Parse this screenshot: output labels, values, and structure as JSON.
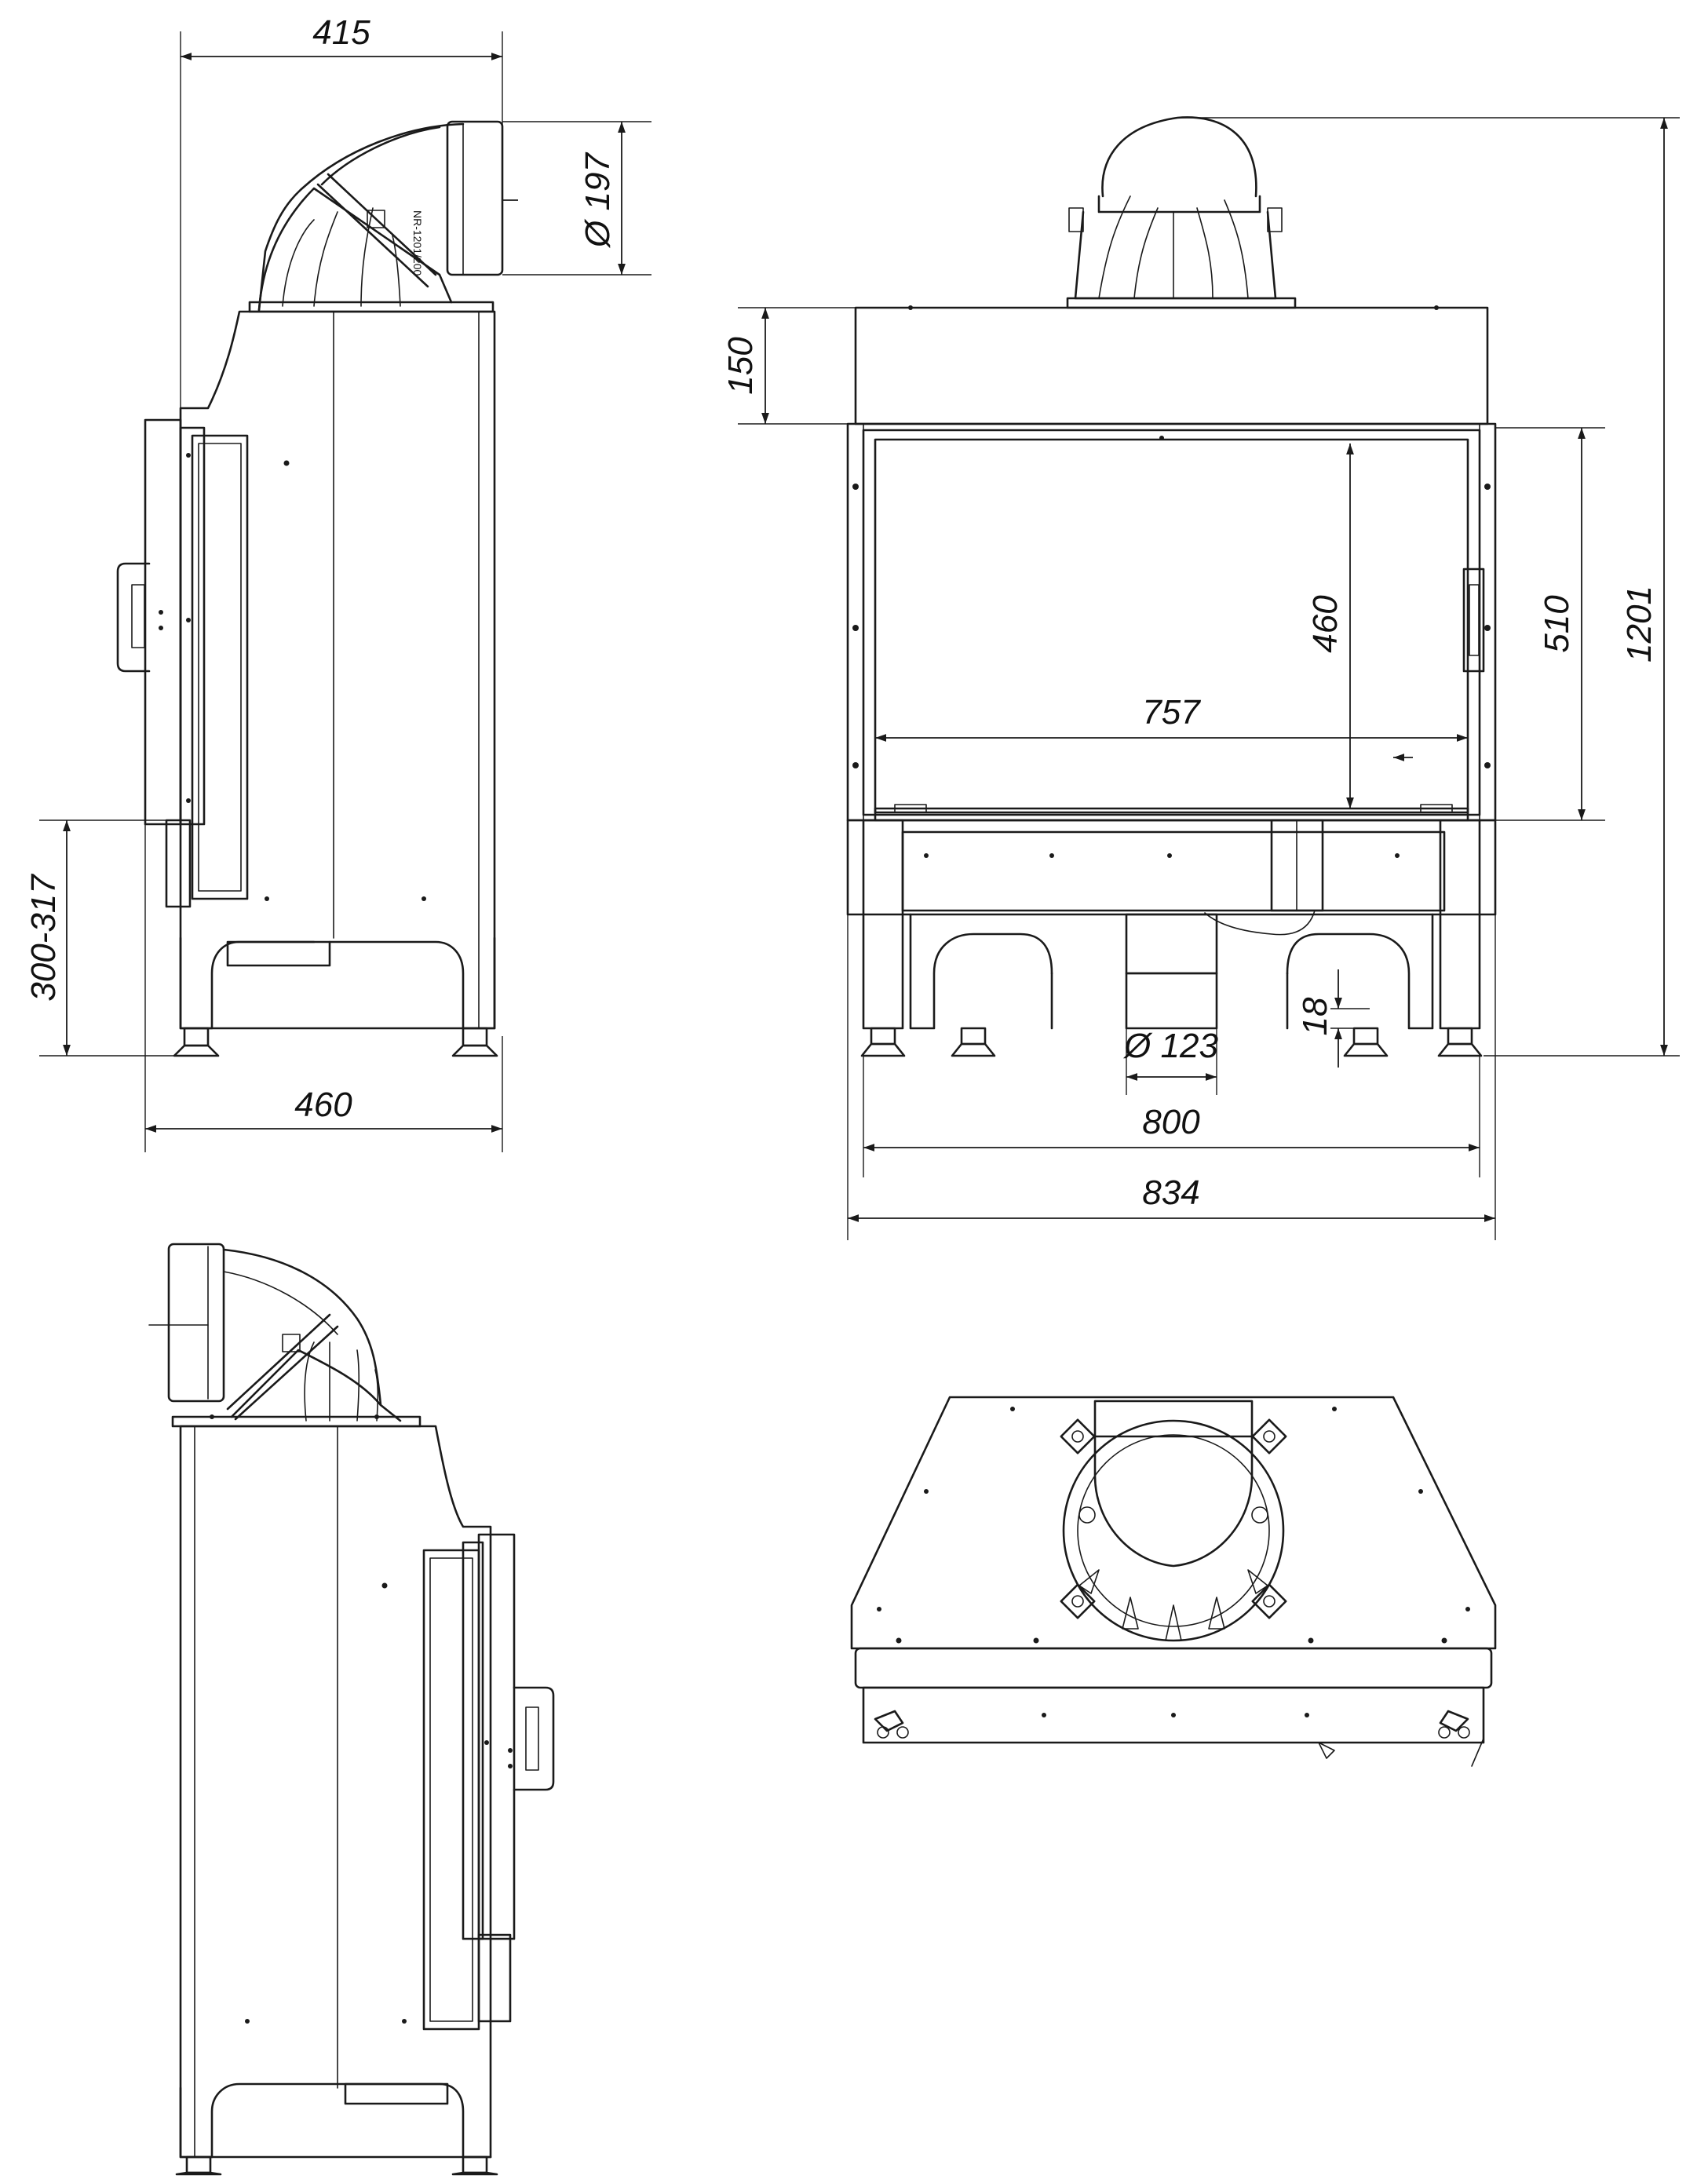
{
  "dimensions": {
    "side_top_width": "415",
    "flue_diameter": "Ø 197",
    "side_bottom_width": "460",
    "side_height_range": "300-317",
    "front_top_band": "150",
    "front_opening_height_outer": "510",
    "front_opening_height_inner": "460",
    "front_overall_height": "1201",
    "front_glass_width": "757",
    "front_leg_height": "18",
    "air_inlet_diameter": "Ø 123",
    "front_width_inner": "800",
    "front_width_outer": "834"
  },
  "flue_stamp": "NR-1201/200"
}
